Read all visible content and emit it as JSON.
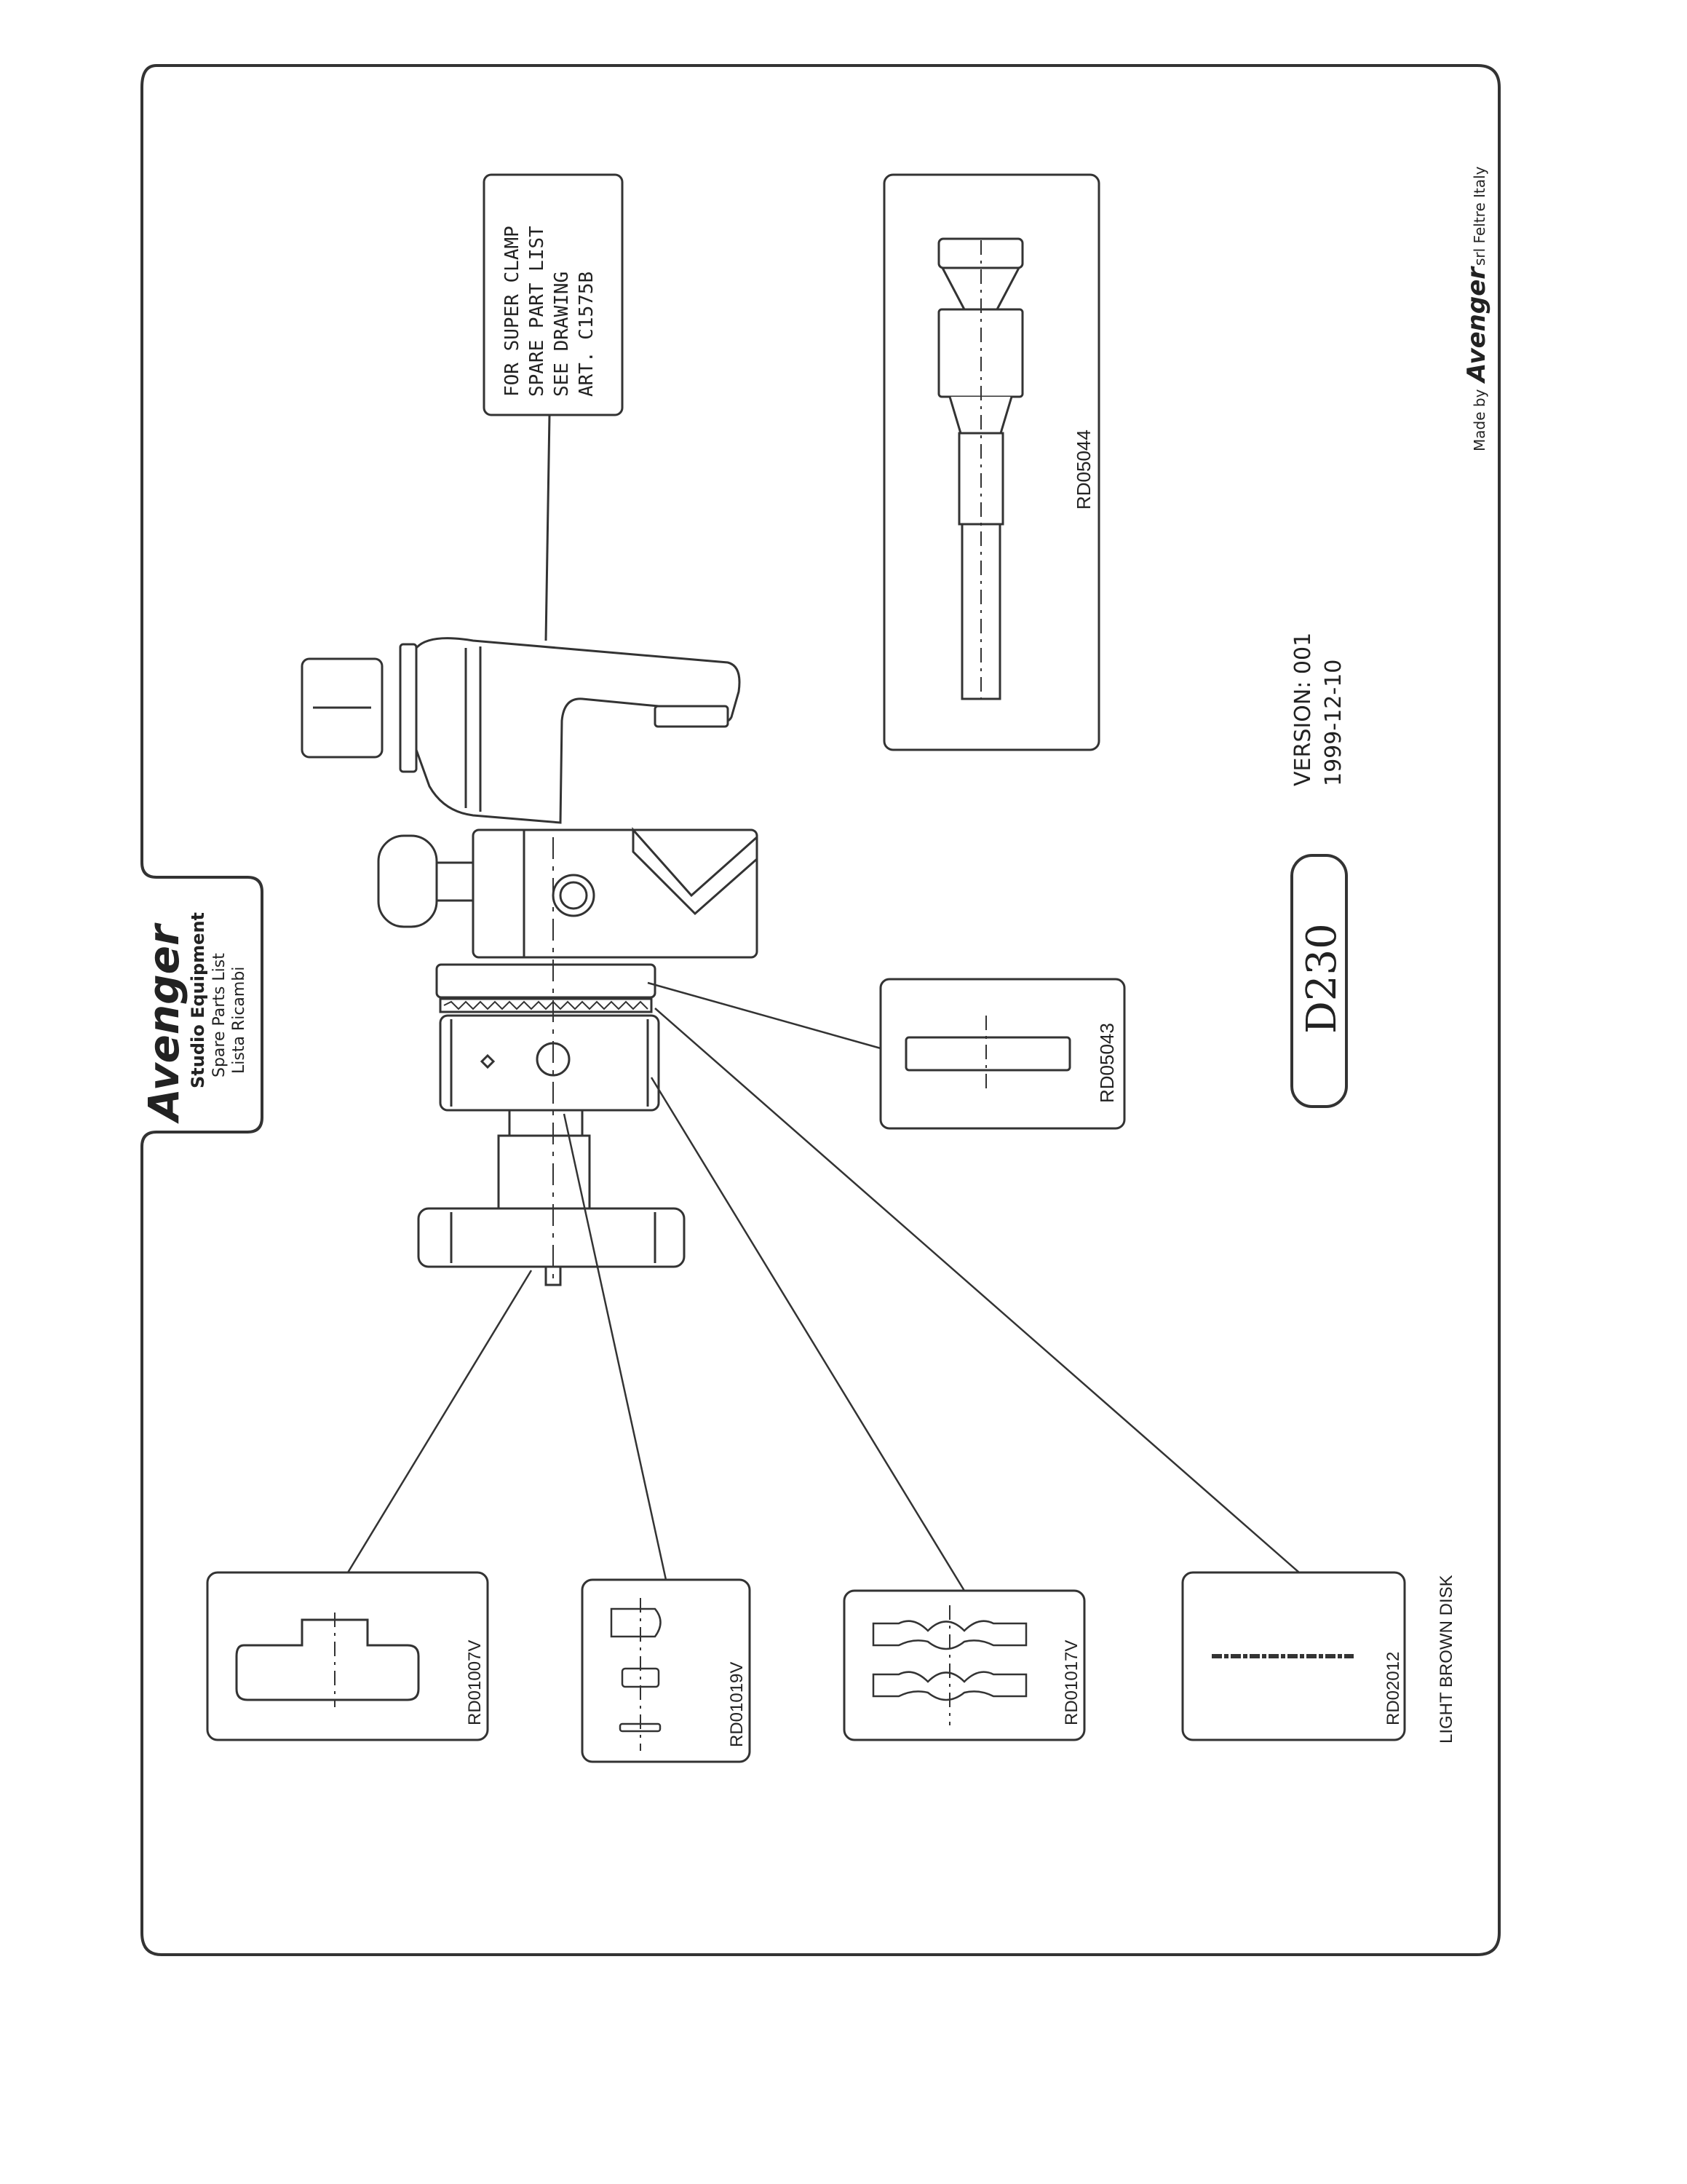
{
  "brand": {
    "logo": "Avenger",
    "line1": "Studio Equipment",
    "line2": "Spare Parts List",
    "line3": "Lista Ricambi"
  },
  "note": {
    "line1": "FOR SUPER CLAMP",
    "line2": "SPARE PART LIST",
    "line3": "SEE DRAWING",
    "line4": "ART. C1575B"
  },
  "parts": {
    "rd05044": "RD05044",
    "rd05043": "RD05043",
    "rd01007v": "RD01007V",
    "rd01019v": "RD01019V",
    "rd01017v": "RD01017V",
    "rd02012": "RD02012",
    "rd02012_desc": "LIGHT BROWN DISK"
  },
  "version": {
    "label": "VERSION: 001",
    "date": "1999-12-10"
  },
  "model": "D230",
  "footer": {
    "made_by": "Made by",
    "brand": "Avenger",
    "company": "srl Feltre Italy"
  }
}
